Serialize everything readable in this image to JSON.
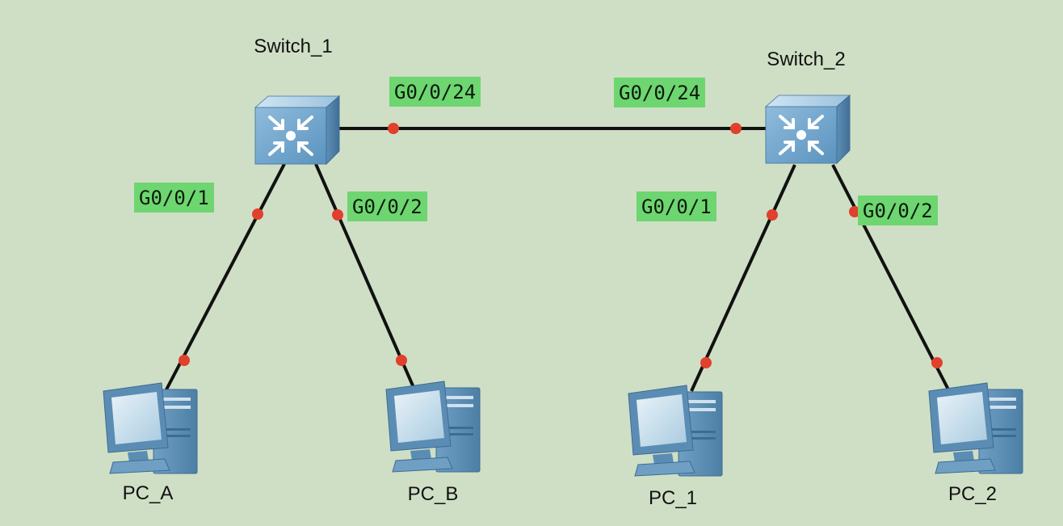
{
  "devices": {
    "switch1": {
      "name": "Switch_1",
      "icon": "switch-icon"
    },
    "switch2": {
      "name": "Switch_2",
      "icon": "switch-icon"
    },
    "pc_a": {
      "name": "PC_A",
      "icon": "pc-icon"
    },
    "pc_b": {
      "name": "PC_B",
      "icon": "pc-icon"
    },
    "pc_1": {
      "name": "PC_1",
      "icon": "pc-icon"
    },
    "pc_2": {
      "name": "PC_2",
      "icon": "pc-icon"
    }
  },
  "links": [
    {
      "from": "Switch_1",
      "from_port": "G0/0/24",
      "to": "Switch_2",
      "to_port": "G0/0/24"
    },
    {
      "from": "Switch_1",
      "from_port": "G0/0/1",
      "to": "PC_A",
      "to_port": ""
    },
    {
      "from": "Switch_1",
      "from_port": "G0/0/2",
      "to": "PC_B",
      "to_port": ""
    },
    {
      "from": "Switch_2",
      "from_port": "G0/0/1",
      "to": "PC_1",
      "to_port": ""
    },
    {
      "from": "Switch_2",
      "from_port": "G0/0/2",
      "to": "PC_2",
      "to_port": ""
    }
  ],
  "colors": {
    "background": "#cfdfc5",
    "link": "#111111",
    "port_dot": "#e0402c",
    "port_label_bg": "#6dd670"
  }
}
